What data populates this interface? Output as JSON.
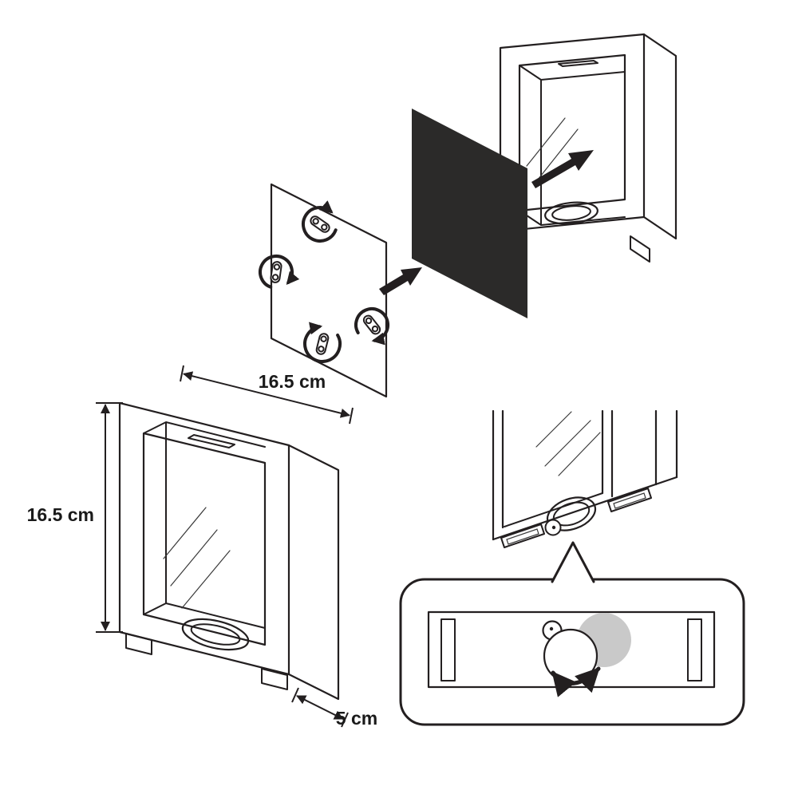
{
  "diagram": {
    "type": "product-assembly-diagram",
    "labels": {
      "width": "16.5 cm",
      "height": "16.5 cm",
      "depth": "5 cm"
    },
    "colors": {
      "line": "#231f20",
      "panel": "#2b2a29",
      "disc": "#c9c9c9",
      "background": "#ffffff"
    }
  }
}
